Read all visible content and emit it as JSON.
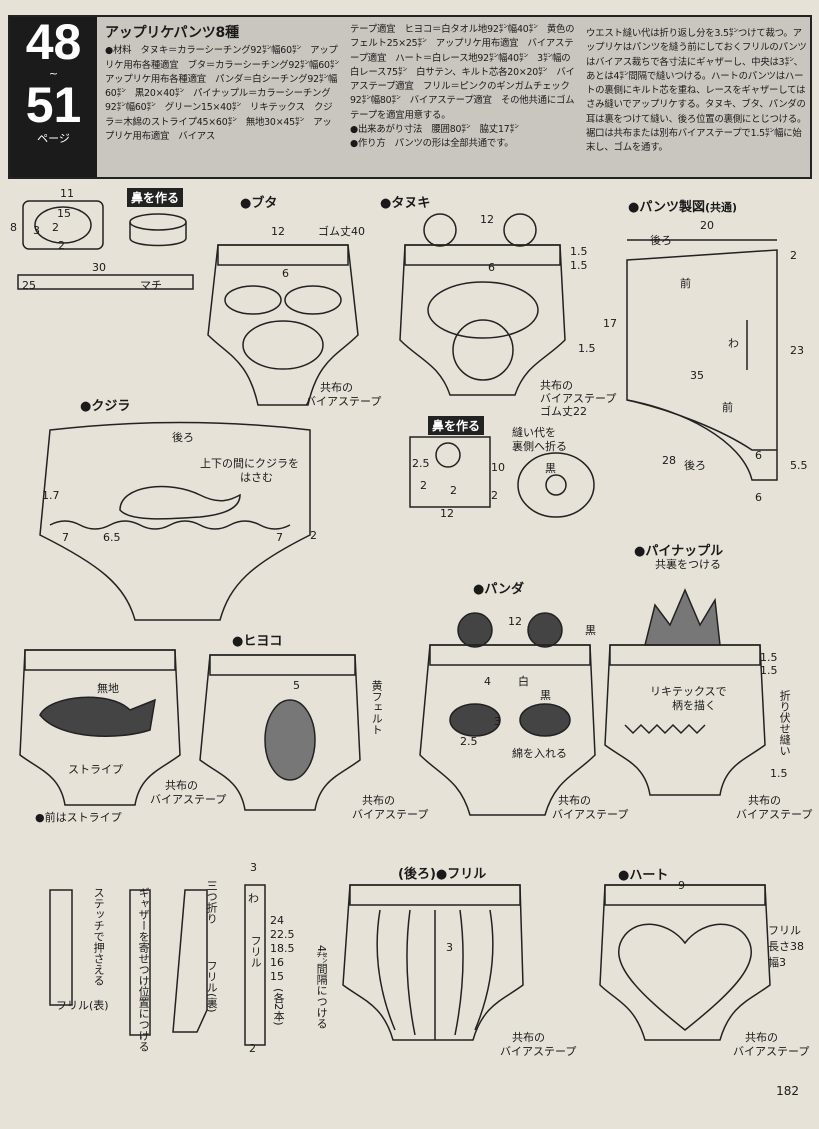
{
  "header": {
    "pages_top": "48",
    "pages_sep": "~",
    "pages_bottom": "51",
    "pages_suffix": "ページ",
    "title": "アップリケパンツ8種",
    "col1": "●材料　タヌキ＝カラーシーチング92㌢幅60㌢　アップリケ用布各種適宜　ブタ＝カラーシーチング92㌢幅60㌢　アップリケ用布各種適宜　パンダ＝白シーチング92㌢幅60㌢　黒20×40㌢　パイナップル＝カラーシーチング92㌢幅60㌢　グリーン15×40㌢　リキテックス　クジラ＝木綿のストライプ45×60㌢　無地30×45㌢　アップリケ用布適宜　バイアス",
    "col2": "テープ適宜　ヒヨコ＝白タオル地92㌢幅40㌢　黄色のフェルト25×25㌢　アップリケ用布適宜　バイアステープ適宜　ハート＝白レース地92㌢幅40㌢　3㌢幅の白レース75㌢　白サテン、キルト芯各20×20㌢　バイアステープ適宜　フリル＝ピンクのギンガムチェック92㌢幅80㌢　バイアステープ適宜　その他共通にゴムテープを適宜用意する。",
    "size": "●出来あがり寸法　腰囲80㌢　脇丈17㌢",
    "method": "●作り方　パンツの形は全部共通です。",
    "col3": "ウエスト縫い代は折り返し分を3.5㌢つけて裁つ。アップリケはパンツを縫う前にしておくフリルのパンツはバイアス裁ちで各寸法にギャザーし、中央は3㌢、あとは4㌢間隔で縫いつける。ハートのパンツはハートの裏側にキルト芯を重ね、レースをギャザーしてはさみ縫いでアップリケする。タヌキ、ブタ、パンダの耳は裏をつけて縫い、後ろ位置の裏側にとじつける。裾口は共布または別布バイアステープで1.5㌢幅に始末し、ゴムを通す。"
  },
  "nose": {
    "title": "鼻を作る",
    "labels": [
      "11",
      "8",
      "15",
      "3",
      "2",
      "2",
      "30",
      "25",
      "マチ"
    ]
  },
  "buta": {
    "title": "●ブタ",
    "labels": [
      "12",
      "ゴム丈40",
      "6",
      "共布の",
      "バイアステープ"
    ]
  },
  "tanuki": {
    "title": "●タヌキ",
    "labels": [
      "12",
      "1.5",
      "1.5",
      "6",
      "1.5",
      "共布の",
      "バイアステープ",
      "ゴム丈22"
    ]
  },
  "draft": {
    "title": "●パンツ製図",
    "sub": "(共通)",
    "labels": [
      "20",
      "2",
      "後ろ",
      "前",
      "17",
      "わ",
      "23",
      "35",
      "前",
      "28",
      "後ろ",
      "6",
      "5.5",
      "6"
    ]
  },
  "tnose": {
    "title": "鼻を作る",
    "labels": [
      "2.5",
      "2",
      "10",
      "2",
      "12",
      "2",
      "縫い代を",
      "裏側へ折る",
      "黒"
    ]
  },
  "kujira": {
    "title": "●クジラ",
    "labels": [
      "後ろ",
      "上下の間にクジラを",
      "はさむ",
      "1.7",
      "7",
      "6.5",
      "7",
      "2"
    ]
  },
  "whale": {
    "labels": [
      "無地",
      "ストライプ",
      "共布の",
      "バイアステープ",
      "●前はストライプ"
    ]
  },
  "hiyoko": {
    "title": "●ヒヨコ",
    "labels": [
      "5",
      "黄フェルト",
      "共布の",
      "バイアステープ"
    ]
  },
  "panda": {
    "title": "●パンダ",
    "labels": [
      "12",
      "黒",
      "4",
      "白",
      "黒",
      "3",
      "2.5",
      "綿を入れる",
      "共布の",
      "バイアステープ"
    ]
  },
  "pine": {
    "title": "●パイナップル",
    "labels": [
      "共裏をつける",
      "1.5",
      "1.5",
      "リキテックスで",
      "柄を描く",
      "折り伏せ縫い",
      "1.5",
      "共布の",
      "バイアステープ"
    ]
  },
  "frill_steps": {
    "labels": [
      "ステッチで押さえる",
      "フリル(表)",
      "ギャザーを寄せつけ位置につける",
      "三つ折り",
      "フリル(裏)",
      "3",
      "わ",
      "フリル",
      "24",
      "22.5",
      "18.5",
      "16",
      "15",
      "(各2本)",
      "2"
    ]
  },
  "frill": {
    "title": "(後ろ)●フリル",
    "labels": [
      "4㌢間隔につける",
      "3",
      "共布の",
      "バイアステープ"
    ]
  },
  "heart": {
    "title": "●ハート",
    "labels": [
      "9",
      "フリル",
      "長さ38",
      "幅3",
      "共布の",
      "バイアステープ"
    ]
  },
  "page_number": "182"
}
